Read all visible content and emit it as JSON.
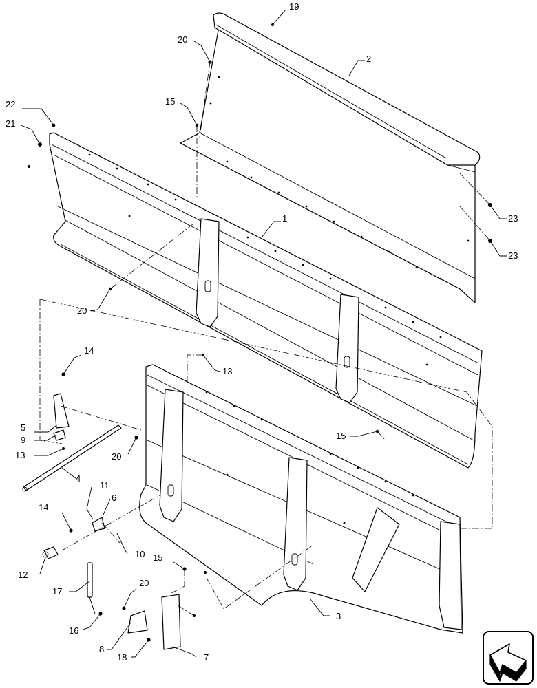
{
  "callouts": {
    "c1": "1",
    "c2": "2",
    "c3": "3",
    "c4": "4",
    "c5": "5",
    "c6": "6",
    "c7": "7",
    "c8": "8",
    "c9": "9",
    "c10": "10",
    "c11": "11",
    "c12": "12",
    "c13a": "13",
    "c13b": "13",
    "c14a": "14",
    "c14b": "14",
    "c15a": "15",
    "c15b": "15",
    "c15c": "15",
    "c16": "16",
    "c17": "17",
    "c18": "18",
    "c19": "19",
    "c20a": "20",
    "c20b": "20",
    "c20c": "20",
    "c20d": "20",
    "c21": "21",
    "c22": "22",
    "c23a": "23",
    "c23b": "23"
  },
  "icons": {
    "nav": "next-page-arrow-icon"
  }
}
